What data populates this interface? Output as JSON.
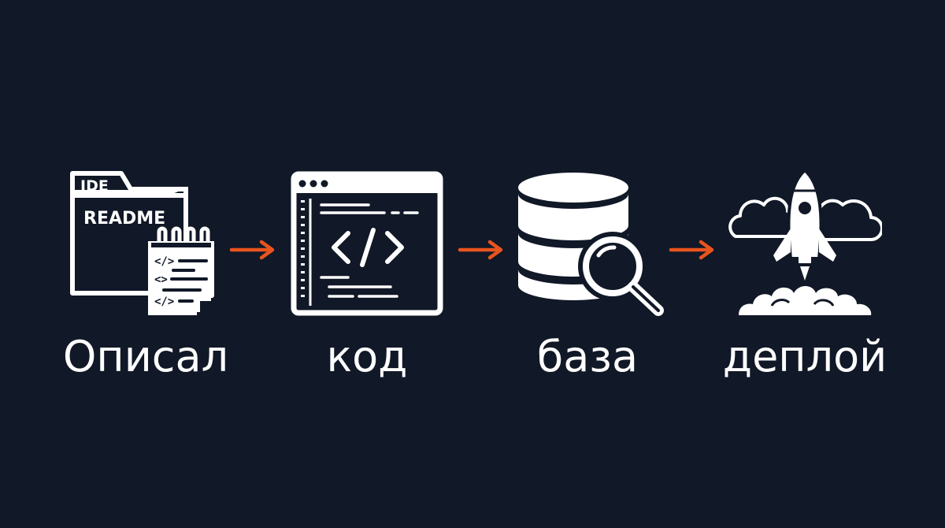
{
  "colors": {
    "background": "#111827",
    "icon": "#ffffff",
    "arrow": "#e8541e"
  },
  "steps": [
    {
      "label": "Описал",
      "icon": "folder-readme-notepad-icon",
      "tabs": {
        "ide": "IDE",
        "readme": "README"
      },
      "code_marks": [
        "</>",
        "<>",
        "</>"
      ]
    },
    {
      "label": "код",
      "icon": "code-editor-window-icon",
      "code_mark": "</>"
    },
    {
      "label": "база",
      "icon": "database-search-icon"
    },
    {
      "label": "деплой",
      "icon": "rocket-launch-icon"
    }
  ]
}
